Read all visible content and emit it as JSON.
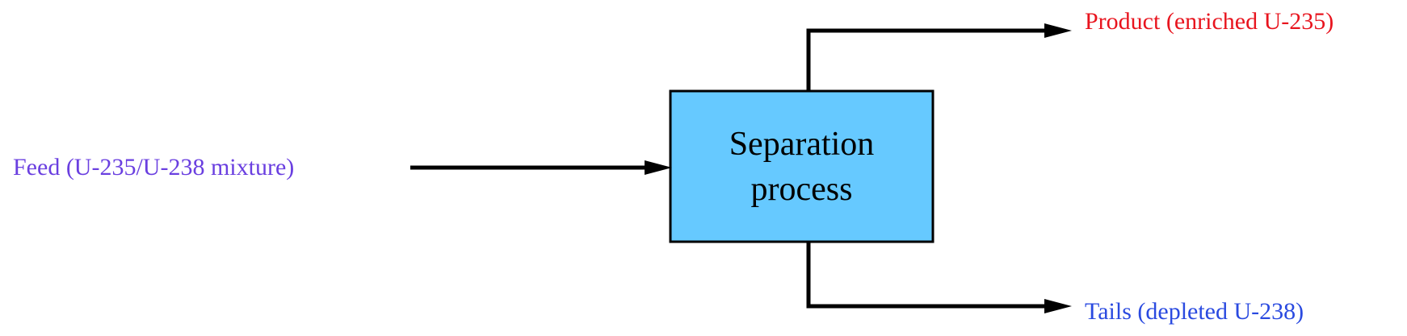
{
  "labels": {
    "feed": "Feed (U-235/U-238 mixture)",
    "product": "Product (enriched U-235)",
    "tails": "Tails (depleted U-238)"
  },
  "process": {
    "line1": "Separation",
    "line2": "process"
  },
  "colors": {
    "feed": "#6a3fe0",
    "product": "#e8141e",
    "tails": "#2a4ae0",
    "box_fill": "#66c9ff",
    "stroke": "#000000"
  }
}
